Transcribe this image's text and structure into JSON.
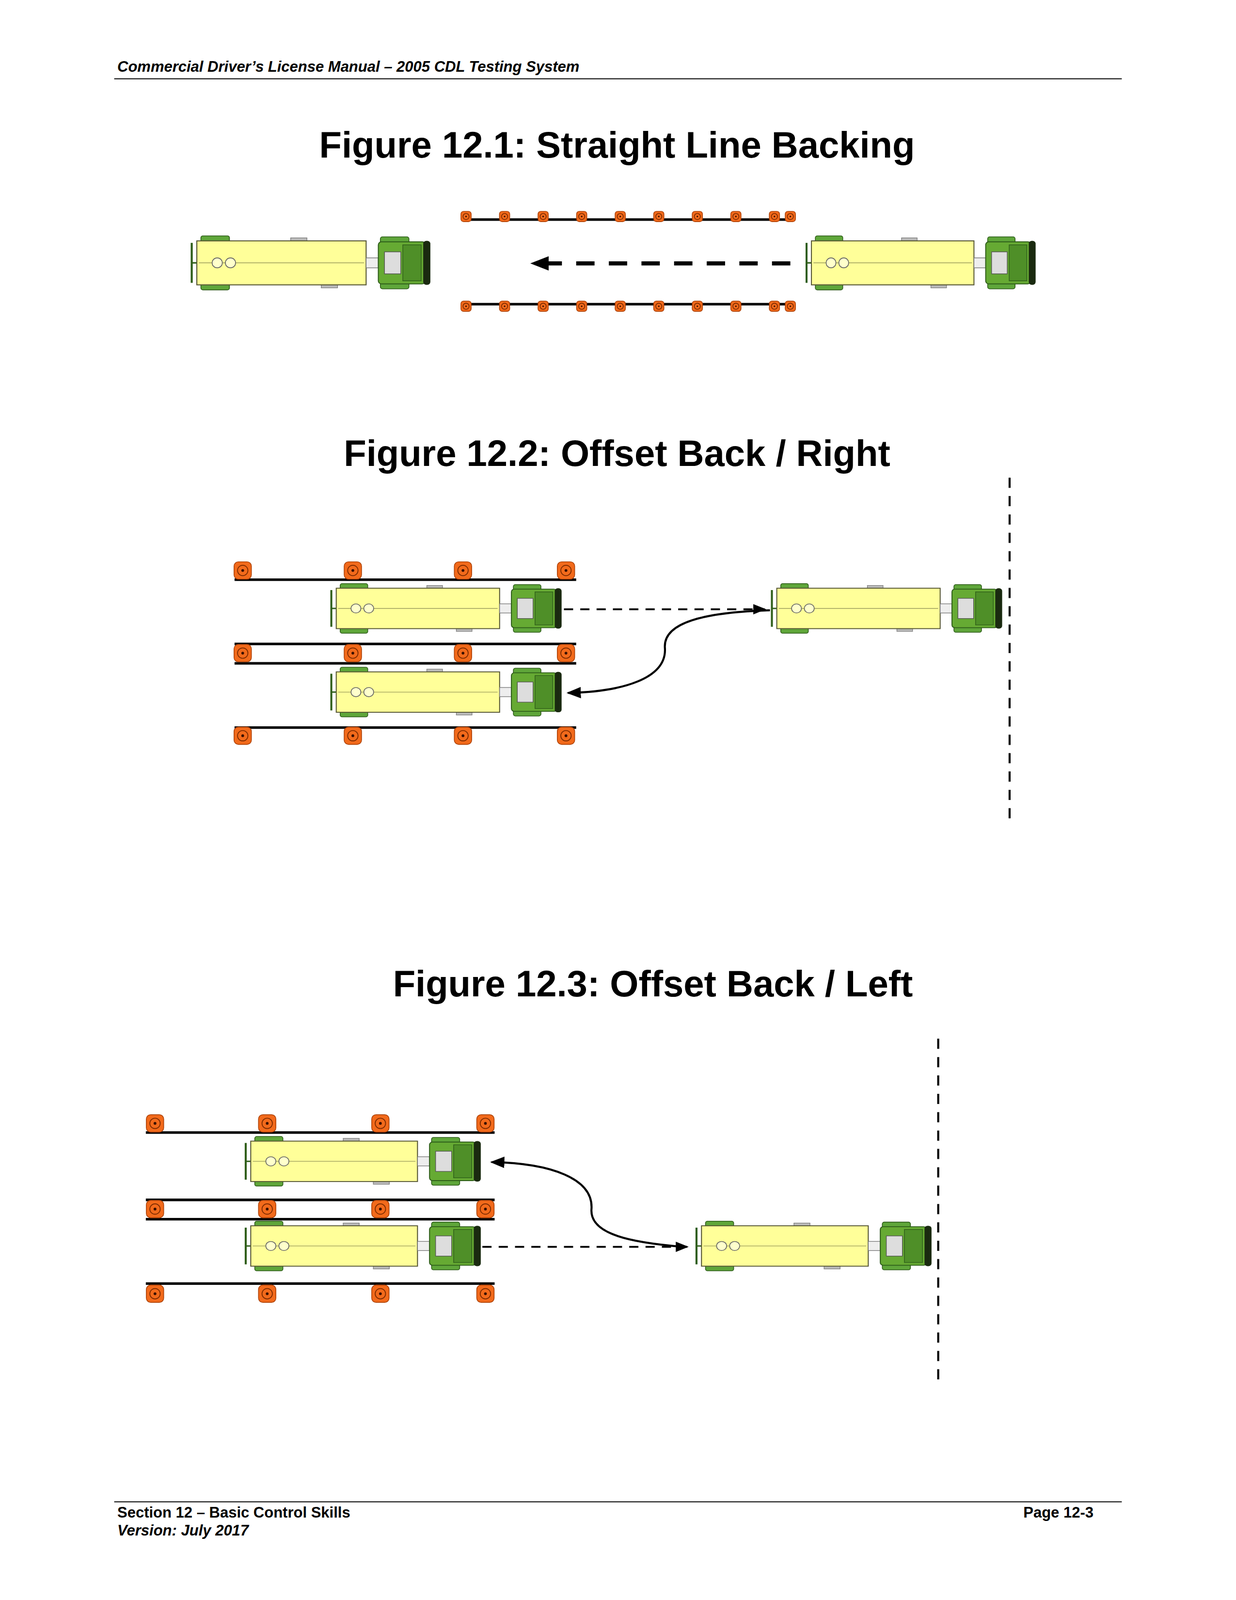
{
  "diagram": {
    "labels": [
      "Commercial Driver’s License Manual – 2005 CDL Testing System",
      "Figure 12.1: Straight Line Backing",
      "Figure 12.2: Offset Back / Right",
      "Figure 12.3: Offset Back / Left",
      "Section 12 – Basic Control Skills",
      "Version: July 2017",
      "Page 12-3"
    ]
  }
}
